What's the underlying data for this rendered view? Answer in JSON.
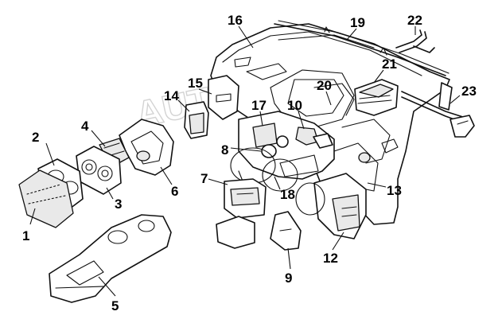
{
  "watermark": "AUTODOC",
  "callouts": [
    {
      "id": "1",
      "label": "1"
    },
    {
      "id": "2",
      "label": "2"
    },
    {
      "id": "3",
      "label": "3"
    },
    {
      "id": "4",
      "label": "4"
    },
    {
      "id": "5",
      "label": "5"
    },
    {
      "id": "6",
      "label": "6"
    },
    {
      "id": "7",
      "label": "7"
    },
    {
      "id": "8",
      "label": "8"
    },
    {
      "id": "9",
      "label": "9"
    },
    {
      "id": "10",
      "label": "10"
    },
    {
      "id": "12",
      "label": "12"
    },
    {
      "id": "13",
      "label": "13"
    },
    {
      "id": "14",
      "label": "14"
    },
    {
      "id": "15",
      "label": "15"
    },
    {
      "id": "16",
      "label": "16"
    },
    {
      "id": "17",
      "label": "17"
    },
    {
      "id": "18",
      "label": "18"
    },
    {
      "id": "19",
      "label": "19"
    },
    {
      "id": "20",
      "label": "20"
    },
    {
      "id": "21",
      "label": "21"
    },
    {
      "id": "22",
      "label": "22"
    },
    {
      "id": "23",
      "label": "23"
    }
  ],
  "colors": {
    "line": "#111111",
    "background": "#ffffff",
    "watermark": "#cfcfcf"
  }
}
